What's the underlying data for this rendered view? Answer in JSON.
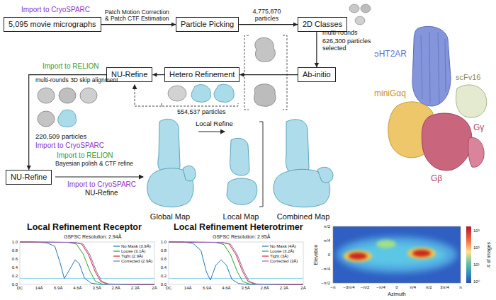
{
  "diagram": {
    "nodes": [
      {
        "text": [
          "5,095 movie micrographs"
        ]
      },
      {
        "text": [
          "Particle Picking"
        ]
      },
      {
        "text": [
          "2D Classes"
        ]
      },
      {
        "text": [
          "Ab-initio"
        ]
      },
      {
        "text": [
          "Hetero Refinement"
        ]
      },
      {
        "text": [
          "NU-Refine"
        ]
      },
      {
        "text": [
          "NU-Refine"
        ]
      }
    ],
    "edges": [
      {
        "from": 0,
        "to": 1,
        "label": "Patch Motion Correction & Patch CTF Estimation",
        "arrow": "to"
      },
      {
        "from": 1,
        "to": 2,
        "label": "4,775,870 particles",
        "arrow": "to"
      },
      {
        "from": 2,
        "to": 3,
        "label": "626,300 particles selected",
        "arrow": "to"
      },
      {
        "from": 3,
        "to": 4,
        "arrow": "to"
      },
      {
        "from": 4,
        "to": 5,
        "arrow": "to"
      },
      {
        "from": 5,
        "to": 6,
        "arrow": "to"
      }
    ],
    "labels": [
      "Import to CryoSPARC",
      "multi-rounds",
      "Import to RELION",
      "multi-rounds 3D skip alignment",
      "554,537 particles",
      "220,509 particles",
      "Import to CryoSPARC",
      "Import to RELION",
      "Bayesian polish & CTF refine",
      "Import to CryoSPARC",
      "NU-Refine",
      "Local Refine",
      "Global Map",
      "Local Map",
      "Combined Map",
      "5HT2AR",
      "miniGαq",
      "scFv16",
      "Gβ",
      "Gγ",
      "Local Refinement Receptor",
      "Local Refinement Heterotrimer",
      "GSFSC Resolution: 2.94Å",
      "GSFSC Resolution: 2.95Å",
      "1.0",
      "0.8",
      "0.6",
      "0.4",
      "0.2",
      "0.0",
      "DC",
      "14Å",
      "6.9Å",
      "4.6Å",
      "3.5Å",
      "2.8Å",
      "2.3Å",
      "2Å",
      "1.0",
      "0.8",
      "0.6",
      "0.4",
      "0.2",
      "0.0",
      "DC",
      "14Å",
      "6.9Å",
      "4.6Å",
      "3.5Å",
      "2.8Å",
      "2.3Å",
      "2Å",
      "π/2",
      "π/4",
      "0",
      "−π/4",
      "−π/2",
      "Elevation",
      "−π",
      "−3π/4",
      "−π/2",
      "−π/4",
      "0",
      "π/4",
      "π/2",
      "3π/4",
      "π",
      "Azimuth",
      "10³",
      "10²",
      "10¹",
      "10⁰",
      "# of images"
    ],
    "legend": [
      {
        "text": "No Mask (3.9Å)"
      },
      {
        "text": "Loose (3.1Å)"
      },
      {
        "text": "Tight (2.9Å)"
      },
      {
        "text": "Corrected (2.9Å)"
      },
      {
        "text": "No Mask (4Å)"
      },
      {
        "text": "Loose (3.2Å)"
      },
      {
        "text": "Tight (3Å)"
      },
      {
        "text": "Corrected (3Å)"
      }
    ]
  }
}
